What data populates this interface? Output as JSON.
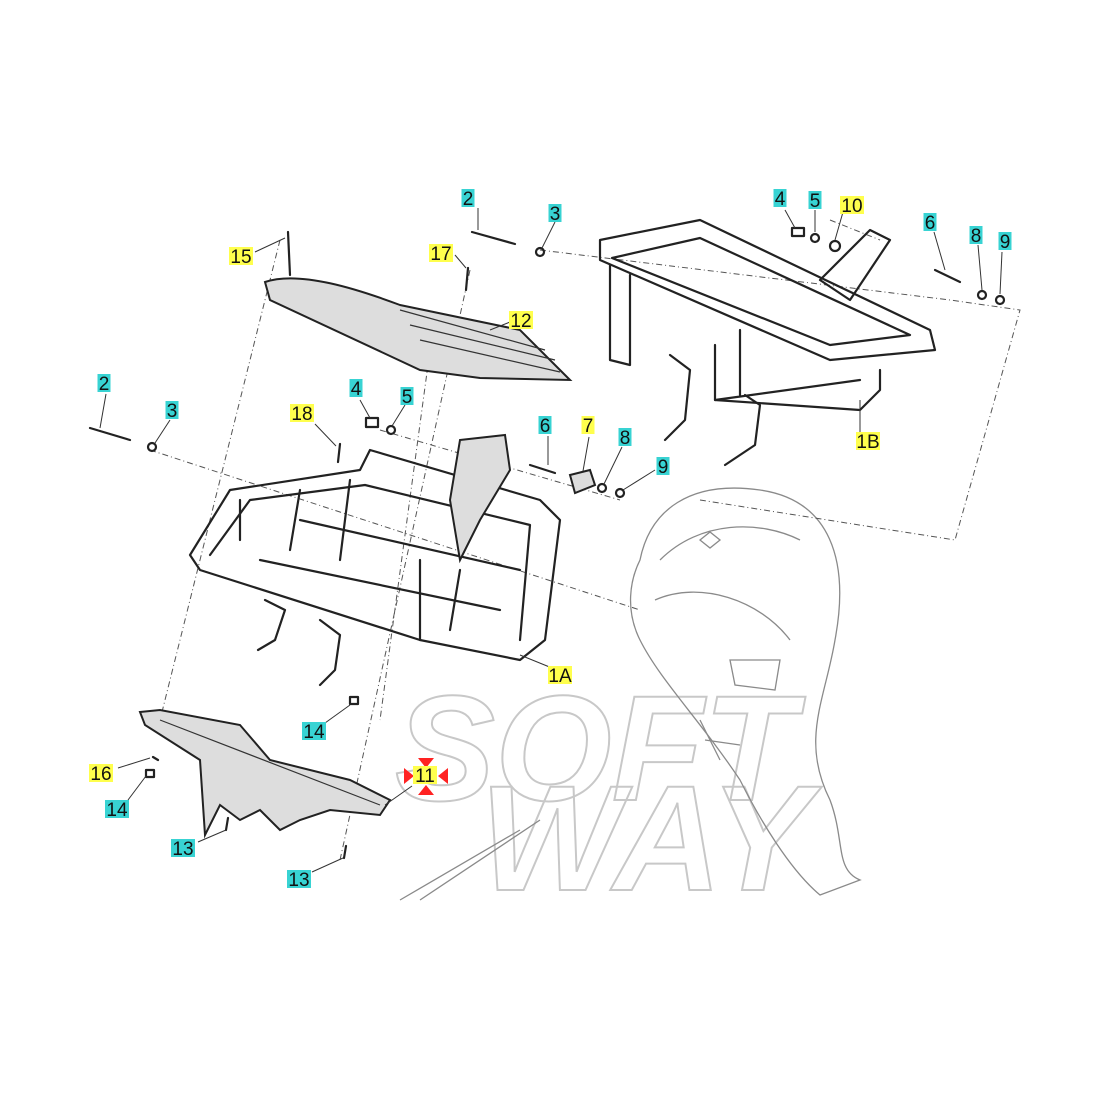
{
  "diagram": {
    "watermark": [
      "SOFT",
      "WAY"
    ],
    "colors": {
      "cyan": "#38d3d3",
      "yellow": "#ffff4d",
      "marker": "#ff2222"
    },
    "labels": [
      {
        "text": "2",
        "color": "cyan"
      },
      {
        "text": "3",
        "color": "cyan"
      },
      {
        "text": "4",
        "color": "cyan"
      },
      {
        "text": "5",
        "color": "cyan"
      },
      {
        "text": "10",
        "color": "yellow"
      },
      {
        "text": "6",
        "color": "cyan"
      },
      {
        "text": "8",
        "color": "cyan"
      },
      {
        "text": "9",
        "color": "cyan"
      },
      {
        "text": "15",
        "color": "yellow"
      },
      {
        "text": "17",
        "color": "yellow"
      },
      {
        "text": "12",
        "color": "yellow"
      },
      {
        "text": "2",
        "color": "cyan"
      },
      {
        "text": "3",
        "color": "cyan"
      },
      {
        "text": "4",
        "color": "cyan"
      },
      {
        "text": "5",
        "color": "cyan"
      },
      {
        "text": "18",
        "color": "yellow"
      },
      {
        "text": "6",
        "color": "cyan"
      },
      {
        "text": "7",
        "color": "yellow"
      },
      {
        "text": "8",
        "color": "cyan"
      },
      {
        "text": "9",
        "color": "cyan"
      },
      {
        "text": "1B",
        "color": "yellow"
      },
      {
        "text": "1A",
        "color": "yellow"
      },
      {
        "text": "14",
        "color": "cyan"
      },
      {
        "text": "16",
        "color": "yellow"
      },
      {
        "text": "14",
        "color": "cyan"
      },
      {
        "text": "11",
        "color": "yellow",
        "selected": true
      },
      {
        "text": "13",
        "color": "cyan"
      },
      {
        "text": "13",
        "color": "cyan"
      }
    ]
  }
}
